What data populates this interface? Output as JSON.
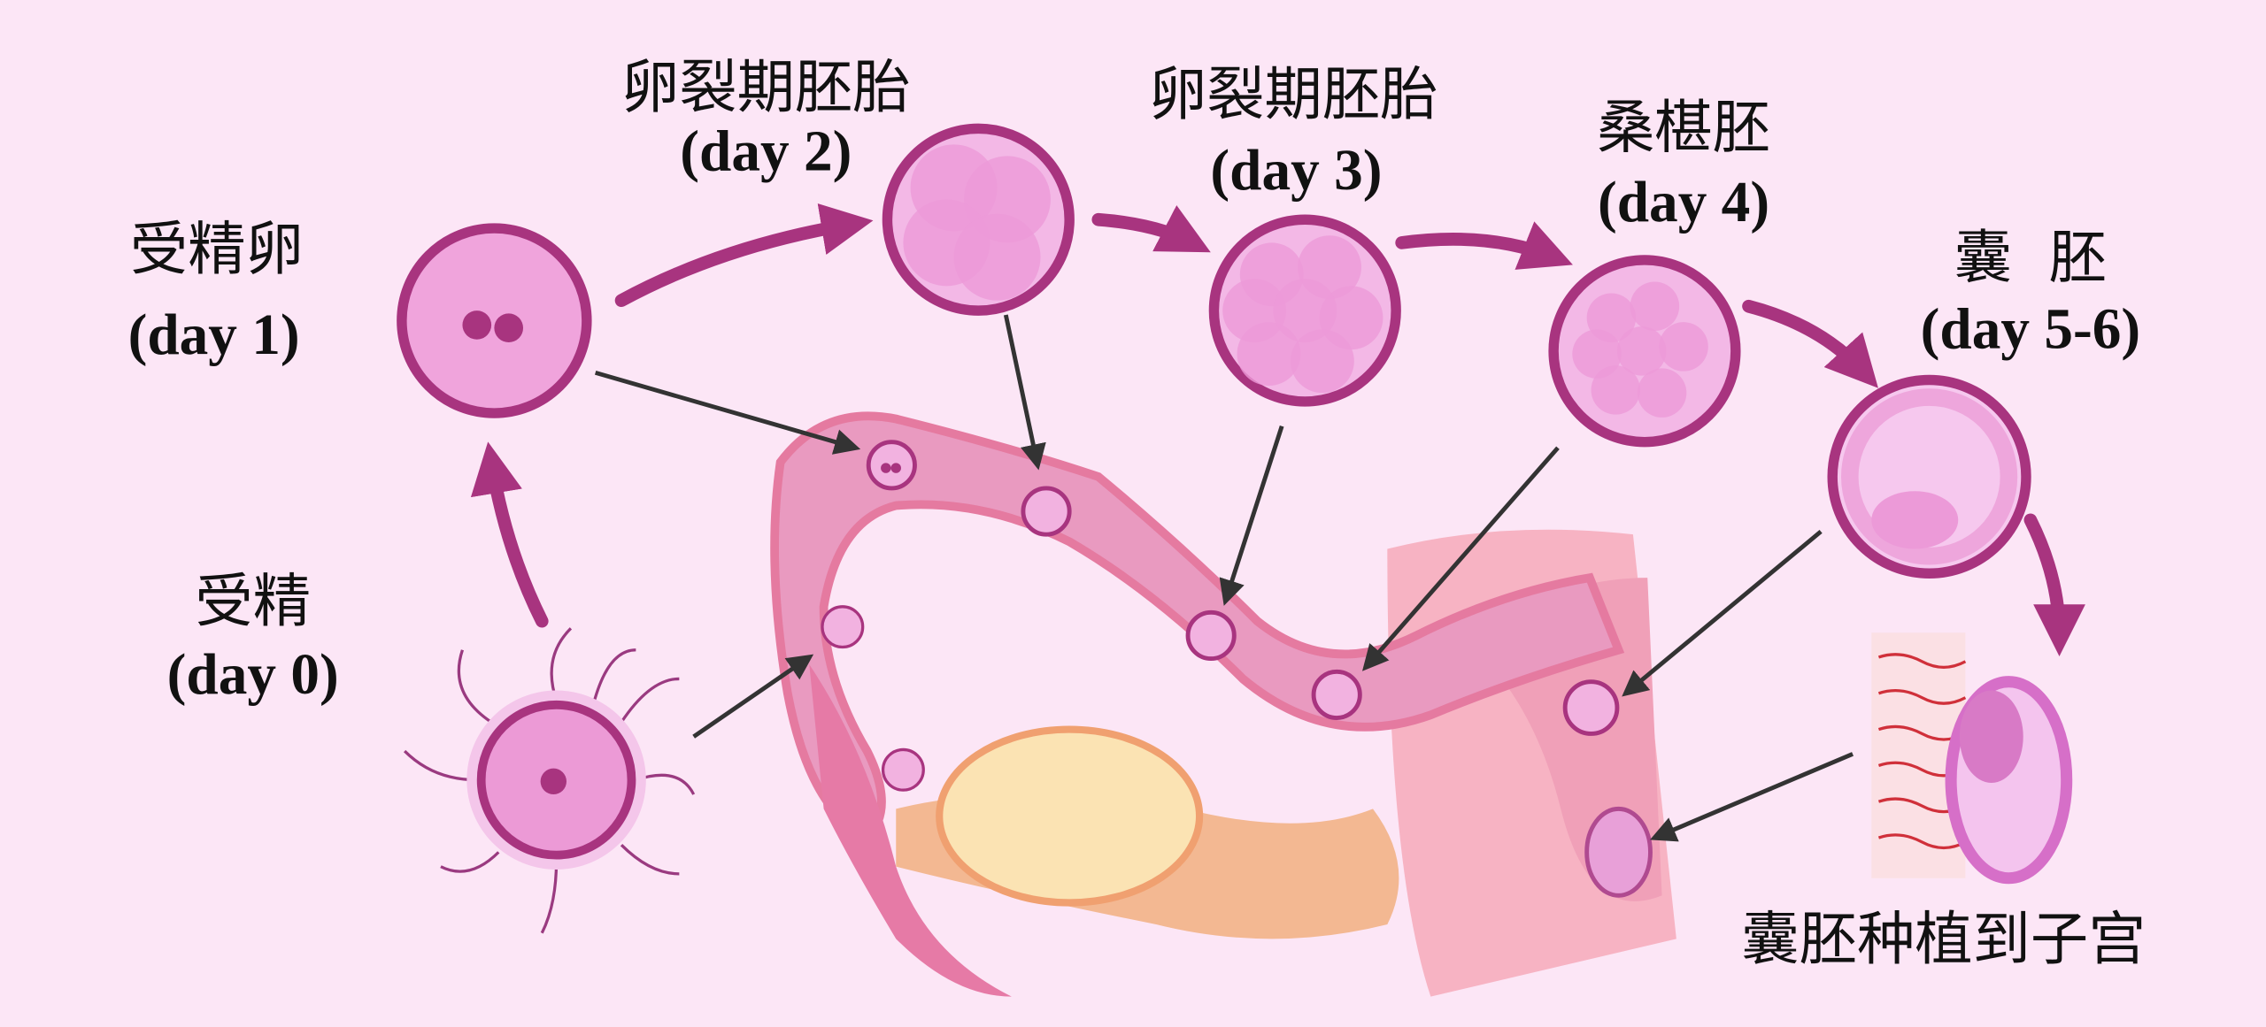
{
  "title": "受精卵发育与着床过程",
  "colors": {
    "background": "#fce6f6",
    "membrane": "#a8347f",
    "cell": "#ee9ad8",
    "arrow": "#a8347f",
    "pointer": "#333333",
    "tube": "#e99ac0",
    "ovary": "#fbe3b3"
  },
  "stages": [
    {
      "name": "受精",
      "day": "(day 0)"
    },
    {
      "name": "受精卵",
      "day": "(day 1)"
    },
    {
      "name": "卵裂期胚胎",
      "day": "(day 2)"
    },
    {
      "name": "卵裂期胚胎",
      "day": "(day 3)"
    },
    {
      "name": "桑椹胚",
      "day": "(day 4)"
    },
    {
      "name": "囊  胚",
      "day": "(day 5-6)"
    }
  ],
  "implant_label": "囊胚种植到子宫"
}
